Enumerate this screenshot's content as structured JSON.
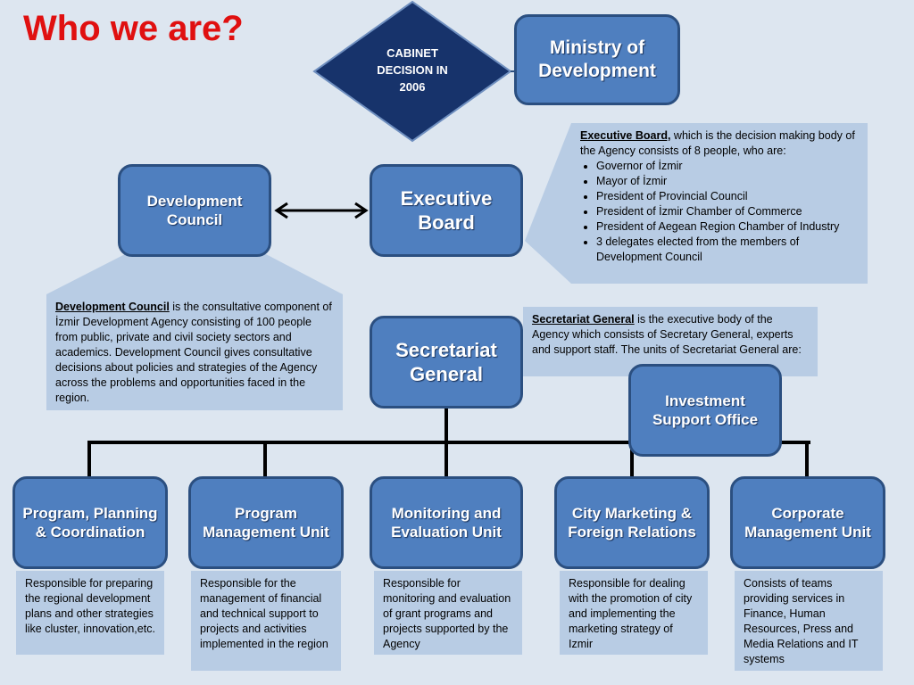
{
  "title": "Who we are?",
  "cabinet": {
    "line1": "CABINET",
    "line2": "DECISION IN",
    "line3": "2006"
  },
  "ministry": "Ministry of Development",
  "development_council": "Development Council",
  "executive_board": "Executive Board",
  "secretariat_general": "Secretariat General",
  "investment_support_office": "Investment Support Office",
  "notes": {
    "executive_board": {
      "term": "Executive Board,",
      "text": " which is the decision making body of the Agency consists of 8 people, who are:",
      "items": [
        "Governor of İzmir",
        "Mayor of İzmir",
        "President of Provincial Council",
        "President of İzmir Chamber of Commerce",
        "President of Aegean Region Chamber of Industry",
        "3 delegates elected from the members of Development Council"
      ]
    },
    "development_council": {
      "term": "Development Council",
      "text": " is the consultative component of İzmir Development Agency consisting of 100 people from public, private and civil society sectors and academics. Development Council gives consultative decisions about policies and strategies of the Agency across the problems and opportunities faced in the region."
    },
    "secretariat_general": {
      "term": "Secretariat General",
      "text": " is the executive body of the Agency which consists of Secretary General, experts and support staff. The units of Secretariat General are:"
    }
  },
  "units": [
    {
      "name": "Program, Planning & Coordination",
      "desc": "Responsible for preparing the regional development plans and other strategies like cluster, innovation,etc."
    },
    {
      "name": "Program Management Unit",
      "desc": "Responsible for the management of financial and technical support to projects and activities implemented in the region"
    },
    {
      "name": "Monitoring and Evaluation Unit",
      "desc": "Responsible for monitoring and evaluation of grant programs and projects supported by the Agency"
    },
    {
      "name": "City Marketing & Foreign Relations",
      "desc": "Responsible for dealing with the promotion of city and implementing the marketing strategy of Izmir"
    },
    {
      "name": "Corporate Management Unit",
      "desc": "Consists of teams providing services in Finance, Human Resources, Press and Media Relations and IT systems"
    }
  ],
  "colors": {
    "box_fill": "#4f7fbf",
    "box_border": "#2b4f80",
    "note_fill": "#b8cce4",
    "diamond_fill": "#17336b",
    "title": "#e01010"
  }
}
